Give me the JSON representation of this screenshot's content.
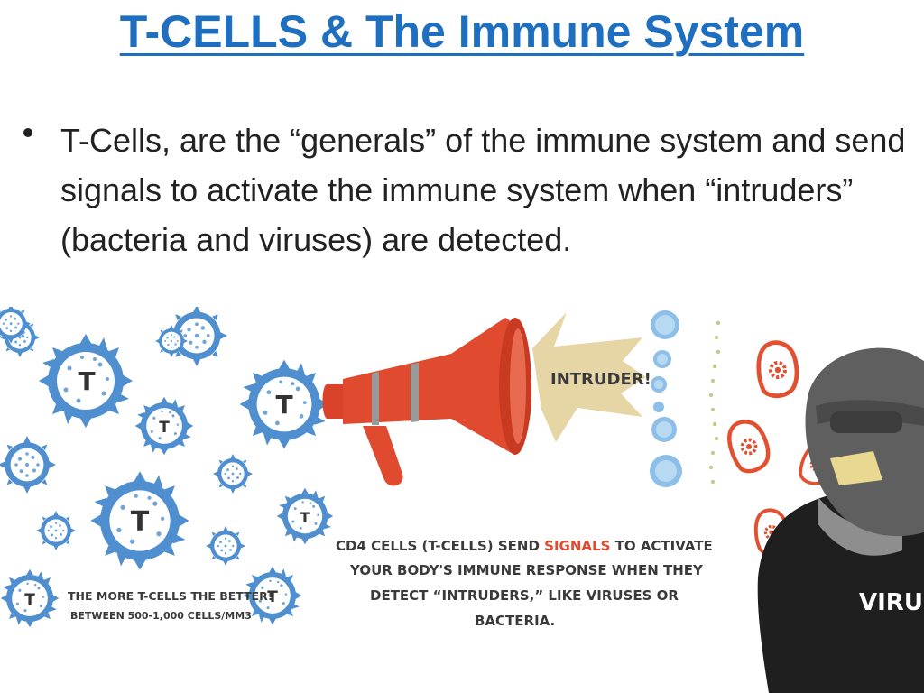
{
  "slide": {
    "title": "T-CELLS & The Immune System",
    "bullet": "T-Cells, are the “generals” of the immune system and send signals to activate the immune system when “intruders” (bacteria and viruses) are detected."
  },
  "illustration": {
    "cell_letter": "T",
    "left_caption_line1": "THE MORE T-CELLS THE BETTER!",
    "left_caption_line2": "BETWEEN 500-1,000 CELLS/MM3",
    "speech_label": "INTRUDER!",
    "center_caption_line1_a": "CD4 CELLS (T-CELLS) SEND ",
    "center_caption_line1_highlight": "SIGNALS",
    "center_caption_line1_b": " TO ACTIVATE",
    "center_caption_line2": "YOUR BODY'S IMMUNE RESPONSE WHEN THEY",
    "center_caption_line3": "DETECT “INTRUDERS,” LIKE VIRUSES OR",
    "center_caption_line4": "BACTERIA.",
    "virus_label": "VIRUS",
    "colors": {
      "title": "#1f6fc0",
      "cell_blue": "#4f8fcf",
      "megaphone_red": "#e04b2f",
      "highlight_red": "#e04b2f",
      "bacteria_red": "#e2502f"
    }
  }
}
